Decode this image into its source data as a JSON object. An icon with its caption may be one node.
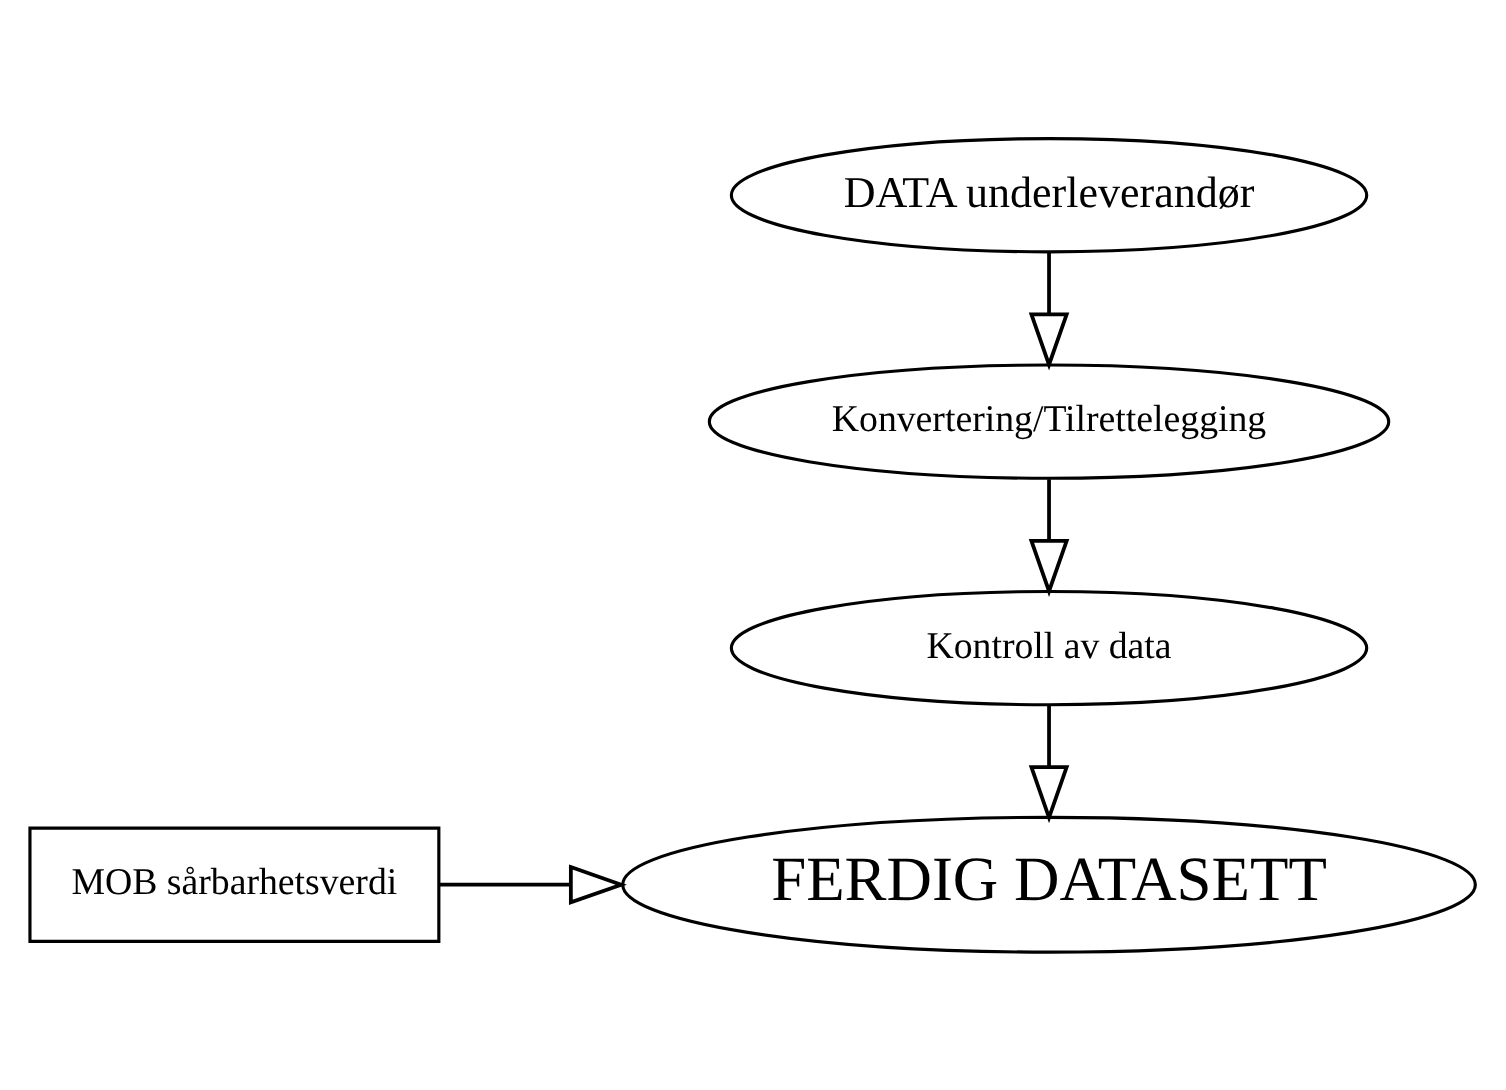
{
  "diagram": {
    "nodes": [
      {
        "text": [
          "DATA underleverandør"
        ]
      },
      {
        "text": [
          "Konvertering/Tilrettelegging"
        ]
      },
      {
        "text": [
          "Kontroll av data"
        ]
      },
      {
        "text": [
          "FERDIG DATASETT"
        ]
      },
      {
        "text": [
          "MOB sårbarhetsverdi"
        ]
      }
    ],
    "edges": [
      {
        "from": 0,
        "to": 1,
        "arrow": "to"
      },
      {
        "from": 1,
        "to": 2,
        "arrow": "to"
      },
      {
        "from": 2,
        "to": 3,
        "arrow": "to"
      },
      {
        "from": 4,
        "to": 3,
        "arrow": "to"
      }
    ]
  }
}
